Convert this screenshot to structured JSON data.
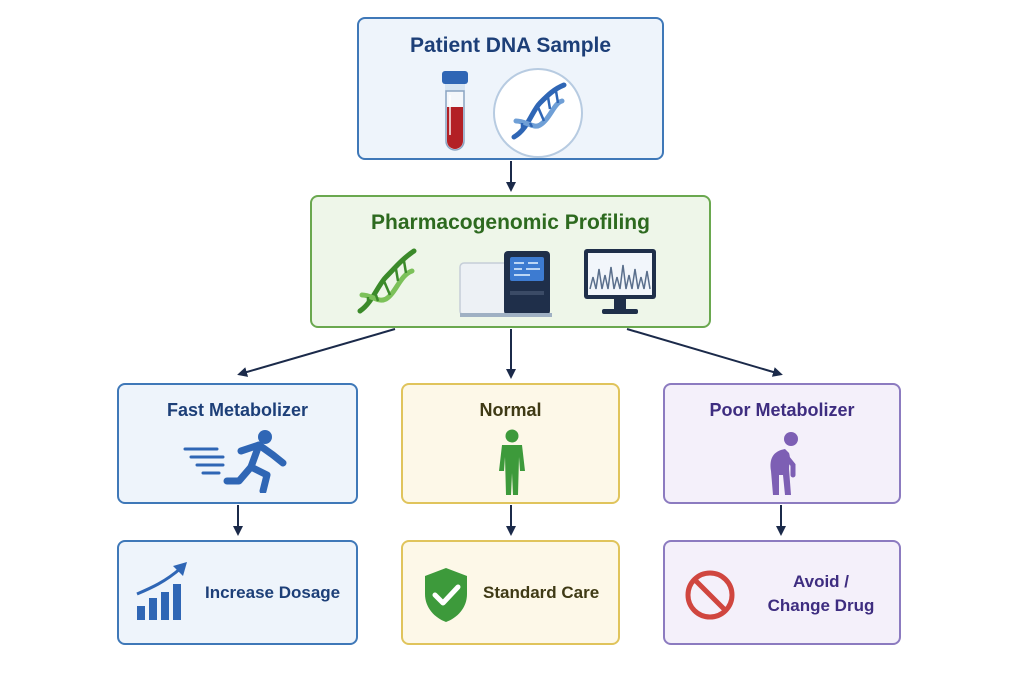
{
  "nodes": {
    "sample": {
      "title": "Patient DNA Sample"
    },
    "profiling": {
      "title": "Pharmacogenomic Profiling"
    },
    "fast": {
      "title": "Fast Metabolizer"
    },
    "normal": {
      "title": "Normal"
    },
    "poor": {
      "title": "Poor Metabolizer"
    },
    "increase": {
      "label": "Increase Dosage"
    },
    "standard": {
      "label": "Standard Care"
    },
    "avoid": {
      "label_line1": "Avoid /",
      "label_line2": "Change Drug"
    }
  },
  "icons": {
    "sample": [
      "test-tube-icon",
      "dna-icon"
    ],
    "profiling": [
      "dna-icon",
      "sequencer-icon",
      "monitor-chart-icon"
    ],
    "fast": "running-person-icon",
    "normal": "standing-person-icon",
    "poor": "bent-person-icon",
    "increase": "bar-chart-up-icon",
    "standard": "shield-check-icon",
    "avoid": "prohibited-icon"
  },
  "colors": {
    "blue": "#1d3f78",
    "green": "#2d6a1f",
    "yellow_border": "#e0c45c",
    "purple": "#3e2d80",
    "red": "#d0463f",
    "arrow": "#1b2a4a"
  }
}
